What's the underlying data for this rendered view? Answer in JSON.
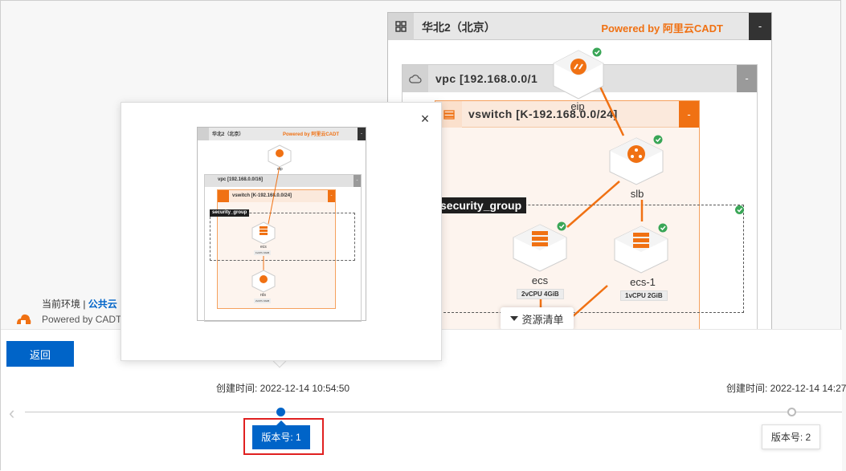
{
  "diagram": {
    "region_title": "华北2（北京）",
    "brand": "Powered by 阿里云CADT",
    "vpc_title": "vpc [192.168.0.0/1",
    "vswitch_title": "vswitch [K-192.168.0.0/24]",
    "collapse_symbol": "-",
    "security_group_label": "security_group",
    "nodes": {
      "eip": {
        "label": "eip"
      },
      "slb": {
        "label": "slb"
      },
      "ecs": {
        "label": "ecs",
        "spec": "2vCPU 4GiB"
      },
      "ecs1": {
        "label": "ecs-1",
        "spec": "1vCPU 2GiB"
      }
    },
    "resource_list_label": "资源清单"
  },
  "environment": {
    "label": "当前环境 | ",
    "value": "公共云",
    "powered": "Powered by CADT"
  },
  "back_button": "返回",
  "timeline": {
    "versions": [
      {
        "created": "创建时间: 2022-12-14 10:54:50",
        "label": "版本号: 1",
        "active": true
      },
      {
        "created": "创建时间: 2022-12-14 14:27",
        "label": "版本号: 2",
        "active": false
      }
    ]
  },
  "popover": {
    "close_symbol": "×",
    "thumbnail": {
      "region_title": "华北2（北京）",
      "brand": "Powered by 阿里云CADT",
      "vpc_title": "vpc [192.168.0.0/16]",
      "vswitch_title": "vswitch [K-192.168.0.0/24]",
      "security_group_label": "security_group",
      "eip_label": "eip",
      "ecs_label": "ecs",
      "ecs_spec": "1vCPU 4GiB",
      "rds_label": "rds",
      "rds_spec": "2vCPU 4GiB"
    }
  },
  "colors": {
    "accent": "#0064c8",
    "brand_orange": "#f07113",
    "highlight_red": "#e02020",
    "status_green": "#3aa657"
  }
}
